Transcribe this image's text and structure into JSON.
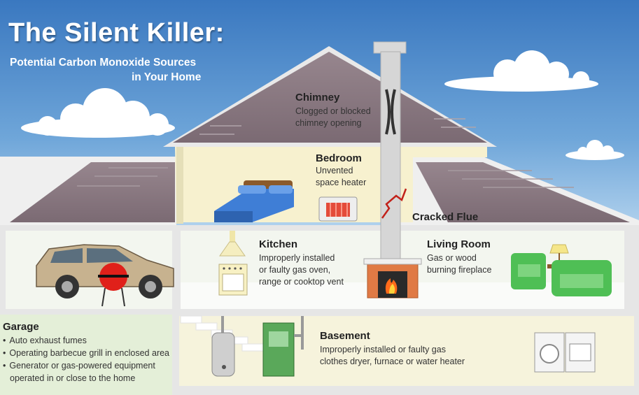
{
  "header": {
    "title": "The Silent Killer:",
    "subtitle_line1": "Potential Carbon Monoxide Sources",
    "subtitle_line2": "in Your Home"
  },
  "rooms": {
    "chimney": {
      "label": "Chimney",
      "desc": [
        "Clogged or blocked",
        "chimney opening"
      ]
    },
    "bedroom": {
      "label": "Bedroom",
      "desc": [
        "Unvented",
        "space heater"
      ]
    },
    "flue": {
      "label": "Cracked Flue"
    },
    "kitchen": {
      "label": "Kitchen",
      "desc": [
        "Improperly installed",
        "or faulty gas oven,",
        "range or cooktop vent"
      ]
    },
    "living": {
      "label": "Living Room",
      "desc": [
        "Gas or wood",
        "burning fireplace"
      ]
    },
    "basement": {
      "label": "Basement",
      "desc": [
        "Improperly installed or faulty gas",
        "clothes dryer, furnace or water heater"
      ]
    },
    "garage": {
      "label": "Garage",
      "items": [
        "Auto exhaust fumes",
        "Operating barbecue grill in enclosed area",
        "Generator or gas-powered equipment",
        "operated in or close to the home"
      ]
    }
  },
  "colors": {
    "sky_top": "#3f7fc4",
    "sky_bottom": "#a9cdea",
    "roof": "#8a7880",
    "wall_yellow": "#f7f1cf",
    "garage_green": "#e6f0da",
    "frame": "#e8e8e8",
    "flame": "#e23b12"
  }
}
